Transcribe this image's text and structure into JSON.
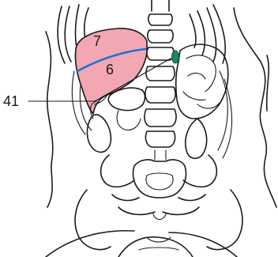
{
  "labels": {
    "segment_upper": "7",
    "segment_lower": "6",
    "callout": "41"
  },
  "colors": {
    "liver_region": "#f2a7b3",
    "boundary_line": "#1f6fd1",
    "marker": "#1a8a5c",
    "outline": "#1a1a1a"
  }
}
